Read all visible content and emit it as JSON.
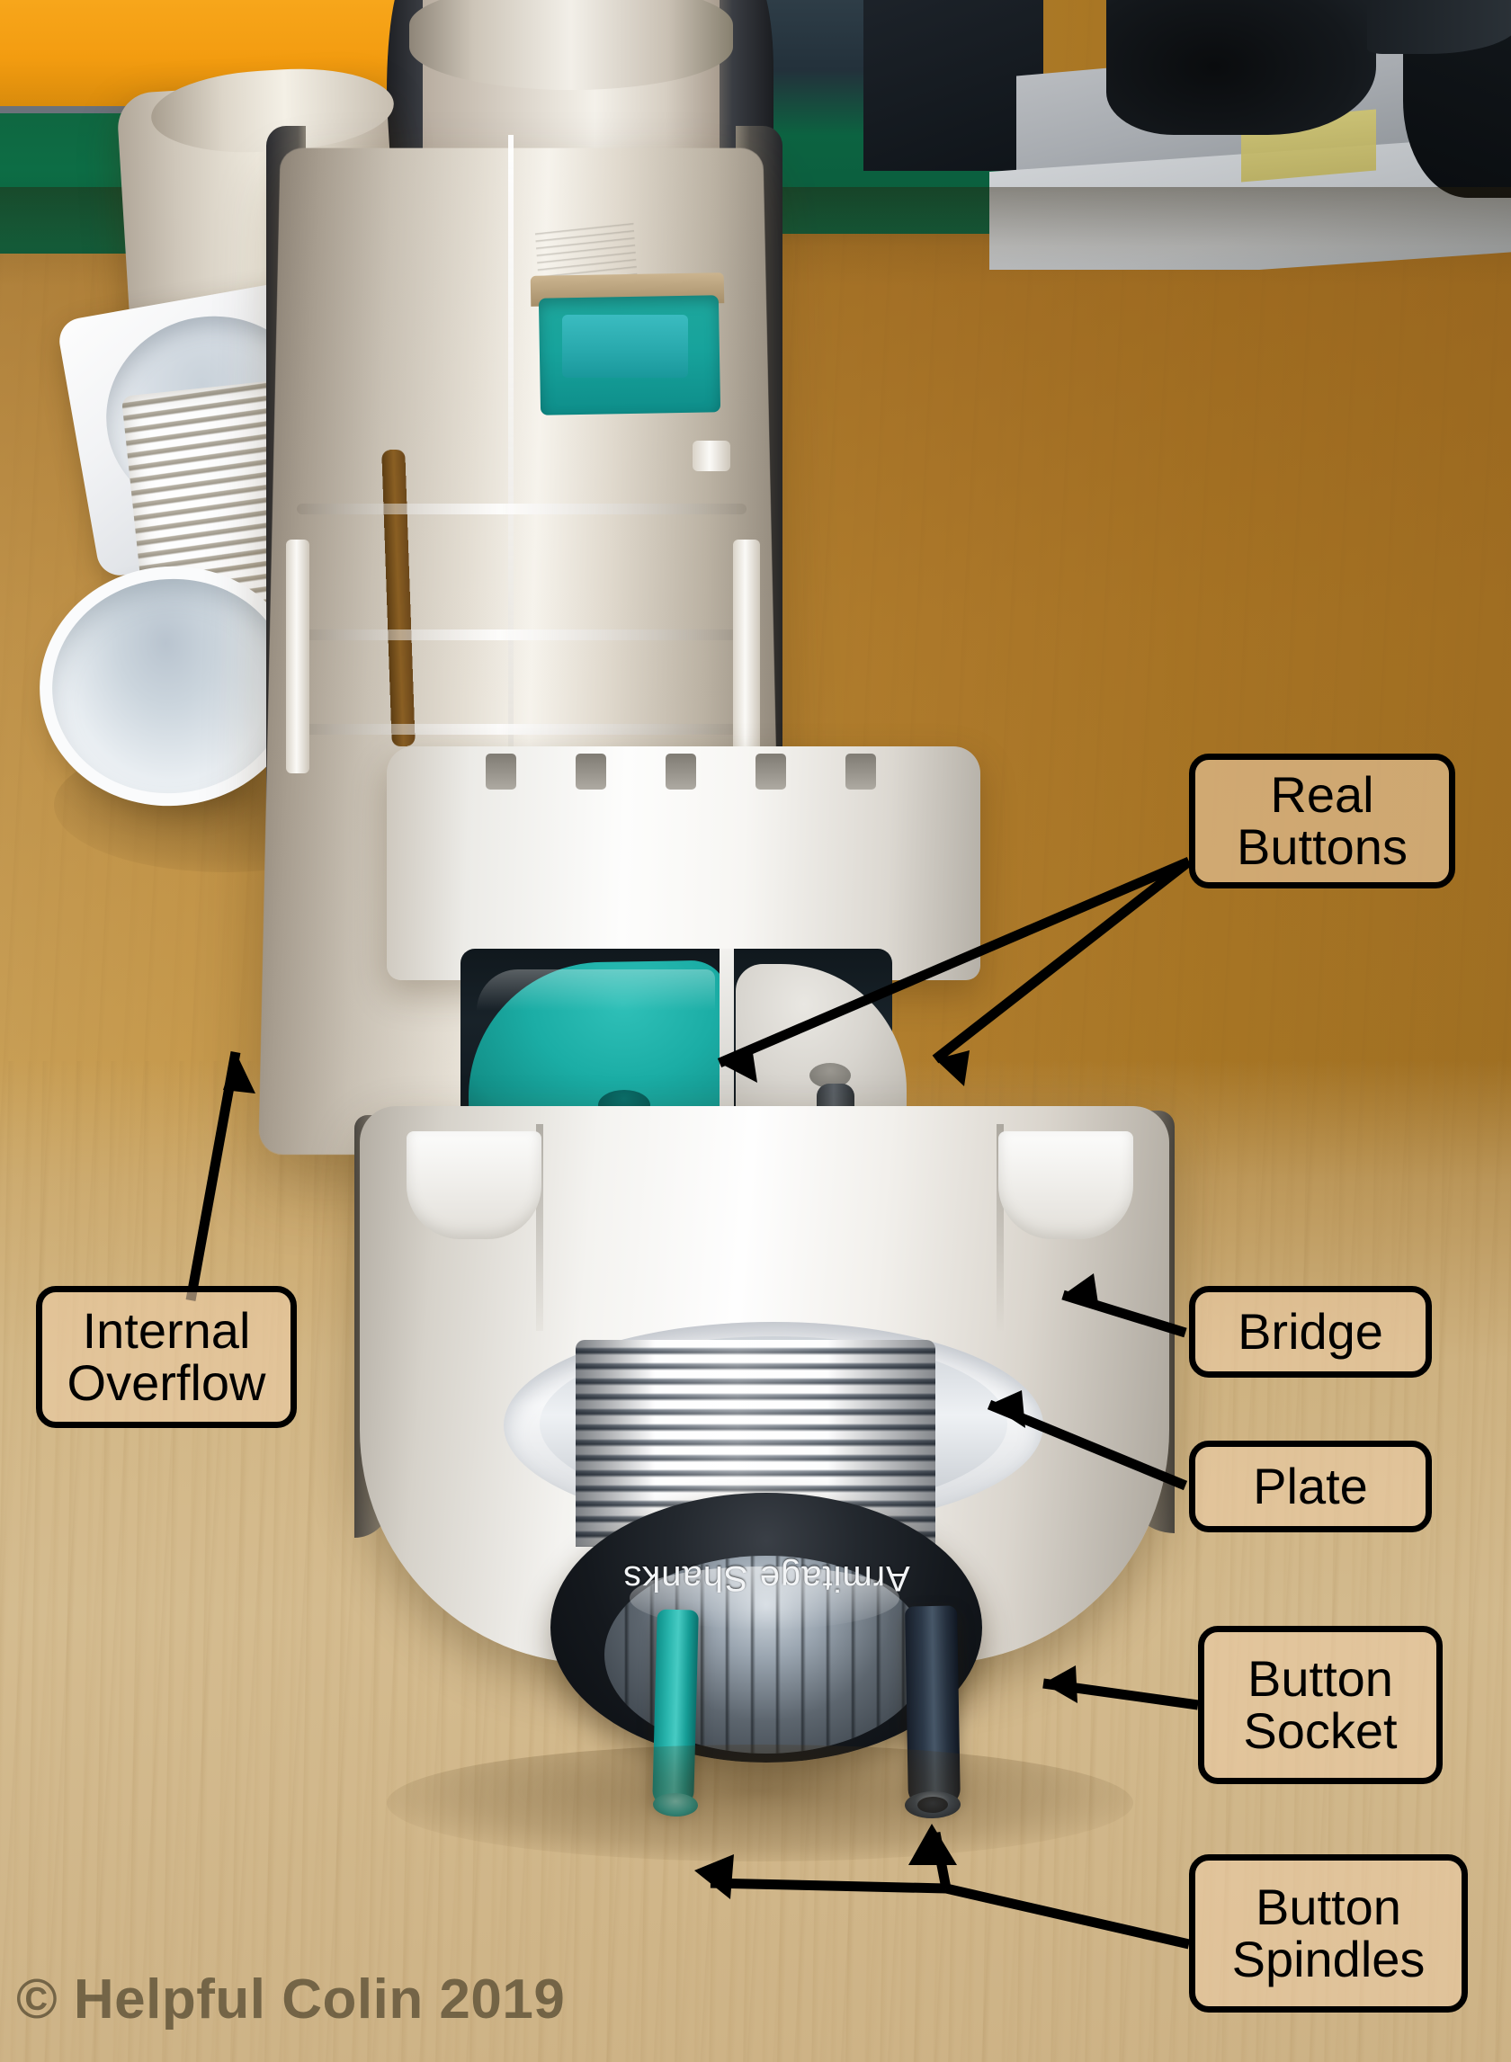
{
  "image": {
    "subject": "Armitage Shanks dual-flush toilet cistern flush valve, disassembled on a wooden desk",
    "brand_text": "Armitage Shanks"
  },
  "watermark": {
    "text": "© Helpful Colin 2019"
  },
  "callouts": [
    {
      "id": "real-buttons",
      "line1": "Real",
      "line2": "Buttons",
      "arrows": 2
    },
    {
      "id": "internal-overflow",
      "line1": "Internal",
      "line2": "Overflow",
      "arrows": 1
    },
    {
      "id": "bridge",
      "line1": "Bridge",
      "line2": "",
      "arrows": 1
    },
    {
      "id": "plate",
      "line1": "Plate",
      "line2": "",
      "arrows": 1
    },
    {
      "id": "button-socket",
      "line1": "Button",
      "line2": "Socket",
      "arrows": 1
    },
    {
      "id": "button-spindles",
      "line1": "Button",
      "line2": "Spindles",
      "arrows": 2
    }
  ],
  "colors": {
    "callout_fill": "#eccda6",
    "callout_border": "#000000",
    "teal_button": "#1bada5",
    "navy_spindle": "#2c3949",
    "wood_upper": "#b5842f",
    "wood_lower": "#cdb182",
    "toolbox_green": "#0d6d45",
    "handle_orange": "#f39c10"
  }
}
